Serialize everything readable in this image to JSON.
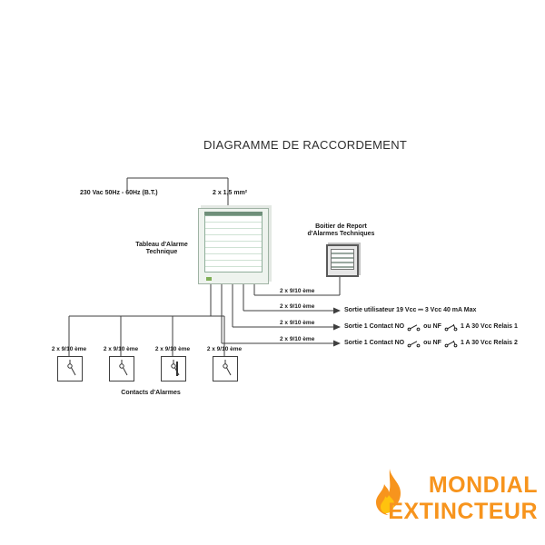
{
  "title": "DIAGRAMME DE RACCORDEMENT",
  "colors": {
    "line": "#3f3f3f",
    "logo_orange": "#F7941D",
    "flame_yellow": "#FFC20E"
  },
  "power": {
    "mains_label": "230 Vac 50Hz - 60Hz (B.T.)",
    "cable_label": "2 x 1,5 mm²"
  },
  "panel": {
    "label_line1": "Tableau d'Alarme",
    "label_line2": "Technique"
  },
  "report_box": {
    "label_line1": "Boitier de Report",
    "label_line2": "d'Alarmes Techniques"
  },
  "right_branches": [
    {
      "wire_label": "2 x 9/10 ème"
    },
    {
      "wire_label": "2 x 9/10 ème",
      "label": "Sortie utilisateur 19 Vcc ⎓ 3 Vcc 40 mA Max"
    },
    {
      "wire_label": "2 x 9/10 ème",
      "label_pre": "Sortie 1 Contact NO",
      "label_mid": "ou NF",
      "label_post": "1 A 30 Vcc Relais 1"
    },
    {
      "wire_label": "2 x 9/10 ème",
      "label_pre": "Sortie 1 Contact NO",
      "label_mid": "ou NF",
      "label_post": "1 A 30 Vcc Relais 2"
    }
  ],
  "alarm_contacts": {
    "wire_labels": [
      "2 x 9/10 ème",
      "2 x 9/10 ème",
      "2 x 9/10 ème",
      "2 x 9/10 ème"
    ],
    "caption": "Contacts d'Alarmes"
  },
  "logo": {
    "line1": "MONDIAL",
    "line2": "EXTINCTEUR"
  }
}
